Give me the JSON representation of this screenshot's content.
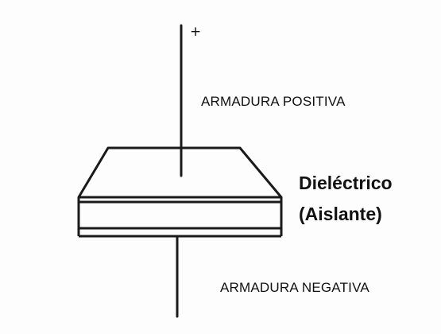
{
  "diagram": {
    "terminal_sign": "+",
    "positive_plate_label": "ARMADURA POSITIVA",
    "negative_plate_label": "ARMADURA NEGATIVA",
    "dielectric_label_line1": "Dieléctrico",
    "dielectric_label_line2": "(Aislante)"
  },
  "colors": {
    "ink": "#1a1a1a",
    "background": "#fdfdfd"
  }
}
